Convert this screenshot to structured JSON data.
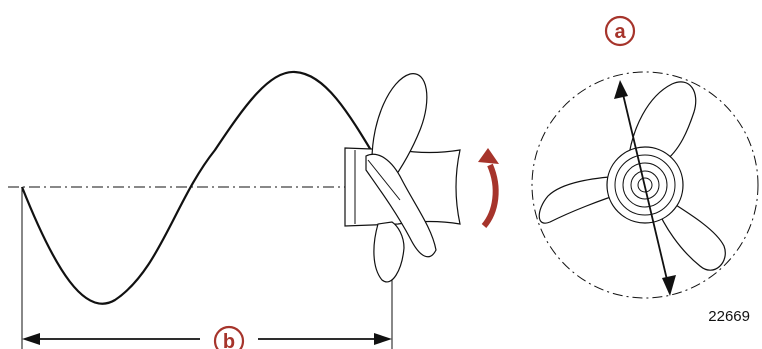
{
  "diagram": {
    "figure_number": "22669",
    "callouts": {
      "diameter": "a",
      "pitch": "b"
    },
    "colors": {
      "line": "#111111",
      "accent": "#a6342b",
      "background": "#ffffff"
    }
  }
}
